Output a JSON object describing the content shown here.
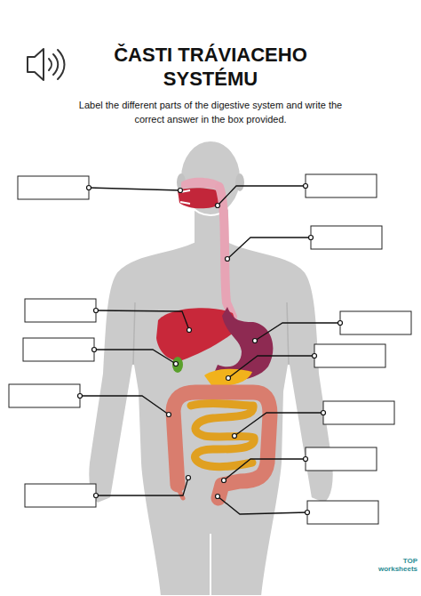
{
  "diagram": {
    "title": "ČASTI TRÁVIACEHO SYSTÉMU",
    "labels": [
      "Label the different parts of the digestive system and write the correct answer in the box provided.",
      "TOP",
      "worksheets"
    ]
  }
}
